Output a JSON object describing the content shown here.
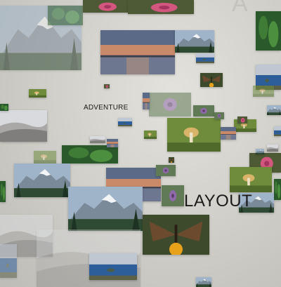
{
  "window": {
    "label_adventure": "ADVENTURE",
    "label_layout": "LAYOUT",
    "ghost_heading": "A"
  },
  "photos": [
    {
      "name": "mountain-photo",
      "subject": "snowy mountain"
    },
    {
      "name": "lake-sunset-photo",
      "subject": "lake at sunset"
    },
    {
      "name": "butterfly-photo",
      "subject": "butterfly on flower"
    },
    {
      "name": "sand-dunes-photo",
      "subject": "sand dunes"
    },
    {
      "name": "crater-lake-photo",
      "subject": "crater lake"
    },
    {
      "name": "mushroom-photo",
      "subject": "mushroom"
    },
    {
      "name": "purple-flower-photo",
      "subject": "purple flower"
    },
    {
      "name": "pink-flower-photo",
      "subject": "pink flower"
    },
    {
      "name": "forest-photo",
      "subject": "green forest"
    }
  ],
  "colors": {
    "background": "#d3d1cb",
    "text": "#1b1b1b"
  }
}
